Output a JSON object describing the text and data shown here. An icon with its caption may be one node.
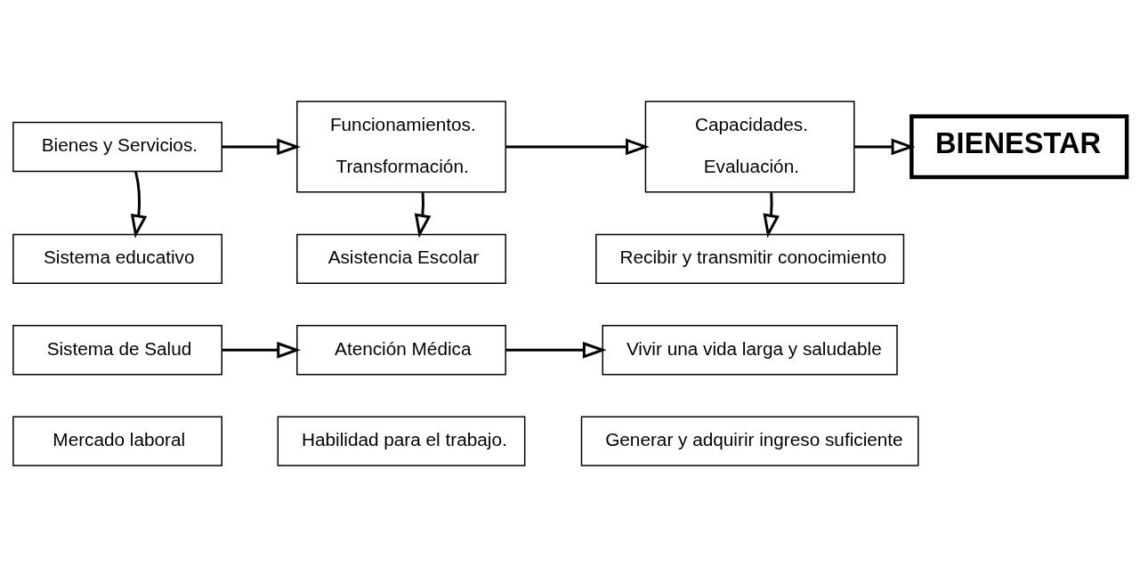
{
  "diagram": {
    "nodes": [
      {
        "text": [
          "Bienes y Servicios."
        ]
      },
      {
        "text": [
          "Funcionamientos.",
          "Transformación."
        ]
      },
      {
        "text": [
          "Capacidades.",
          "Evaluación."
        ]
      },
      {
        "text": [
          "BIENESTAR"
        ]
      },
      {
        "text": [
          "Sistema educativo"
        ]
      },
      {
        "text": [
          "Sistema de Salud"
        ]
      },
      {
        "text": [
          "Mercado laboral"
        ]
      },
      {
        "text": [
          "Asistencia Escolar"
        ]
      },
      {
        "text": [
          "Atención Médica"
        ]
      },
      {
        "text": [
          "Habilidad para el trabajo."
        ]
      },
      {
        "text": [
          "Recibir y transmitir conocimiento"
        ]
      },
      {
        "text": [
          "Vivir una vida larga y saludable"
        ]
      },
      {
        "text": [
          "Generar y adquirir ingreso suficiente"
        ]
      }
    ],
    "edges": [
      {
        "from": 0,
        "to": 1,
        "arrow": "to"
      },
      {
        "from": 1,
        "to": 2,
        "arrow": "to"
      },
      {
        "from": 2,
        "to": 3,
        "arrow": "to"
      },
      {
        "from": 0,
        "to": 4,
        "arrow": "to"
      },
      {
        "from": 1,
        "to": 7,
        "arrow": "to"
      },
      {
        "from": 2,
        "to": 10,
        "arrow": "to"
      },
      {
        "from": 5,
        "to": 8,
        "arrow": "to"
      },
      {
        "from": 8,
        "to": 11,
        "arrow": "to"
      }
    ]
  }
}
